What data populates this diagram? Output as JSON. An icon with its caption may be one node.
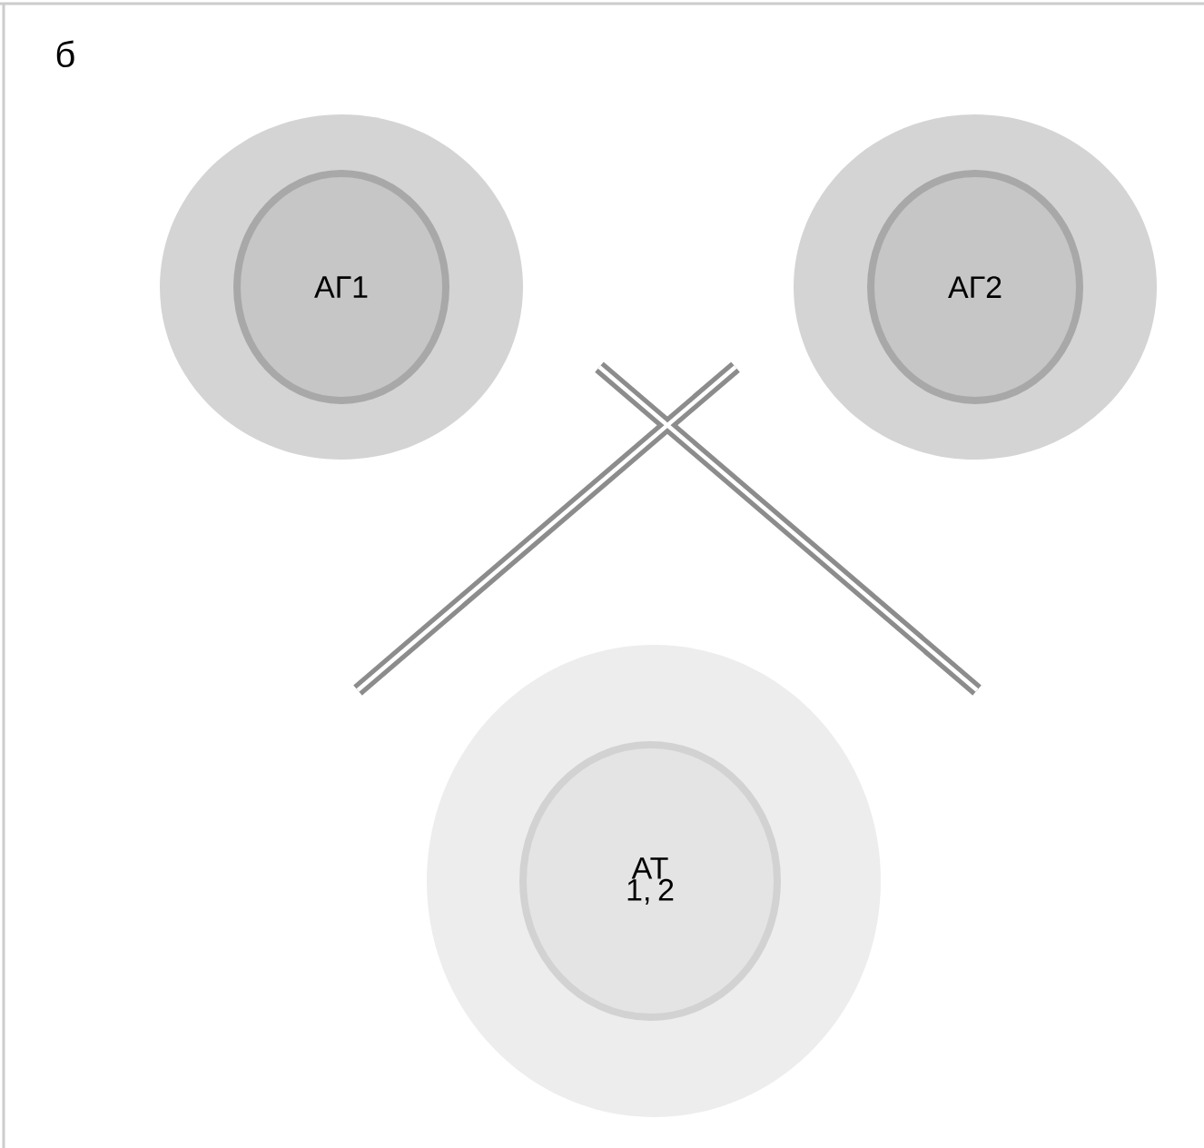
{
  "diagram": {
    "nodes": [
      {
        "text": [],
        "shape": "circle"
      },
      {
        "text": [
          "АГ1"
        ],
        "in": 0
      },
      {
        "text": [],
        "shape": "circle"
      },
      {
        "text": [
          "АГ2"
        ],
        "in": 2
      },
      {
        "text": [],
        "shape": "circle"
      },
      {
        "text": [
          "АТ 1, 2"
        ],
        "in": 4
      }
    ],
    "labels": [
      "б"
    ]
  }
}
